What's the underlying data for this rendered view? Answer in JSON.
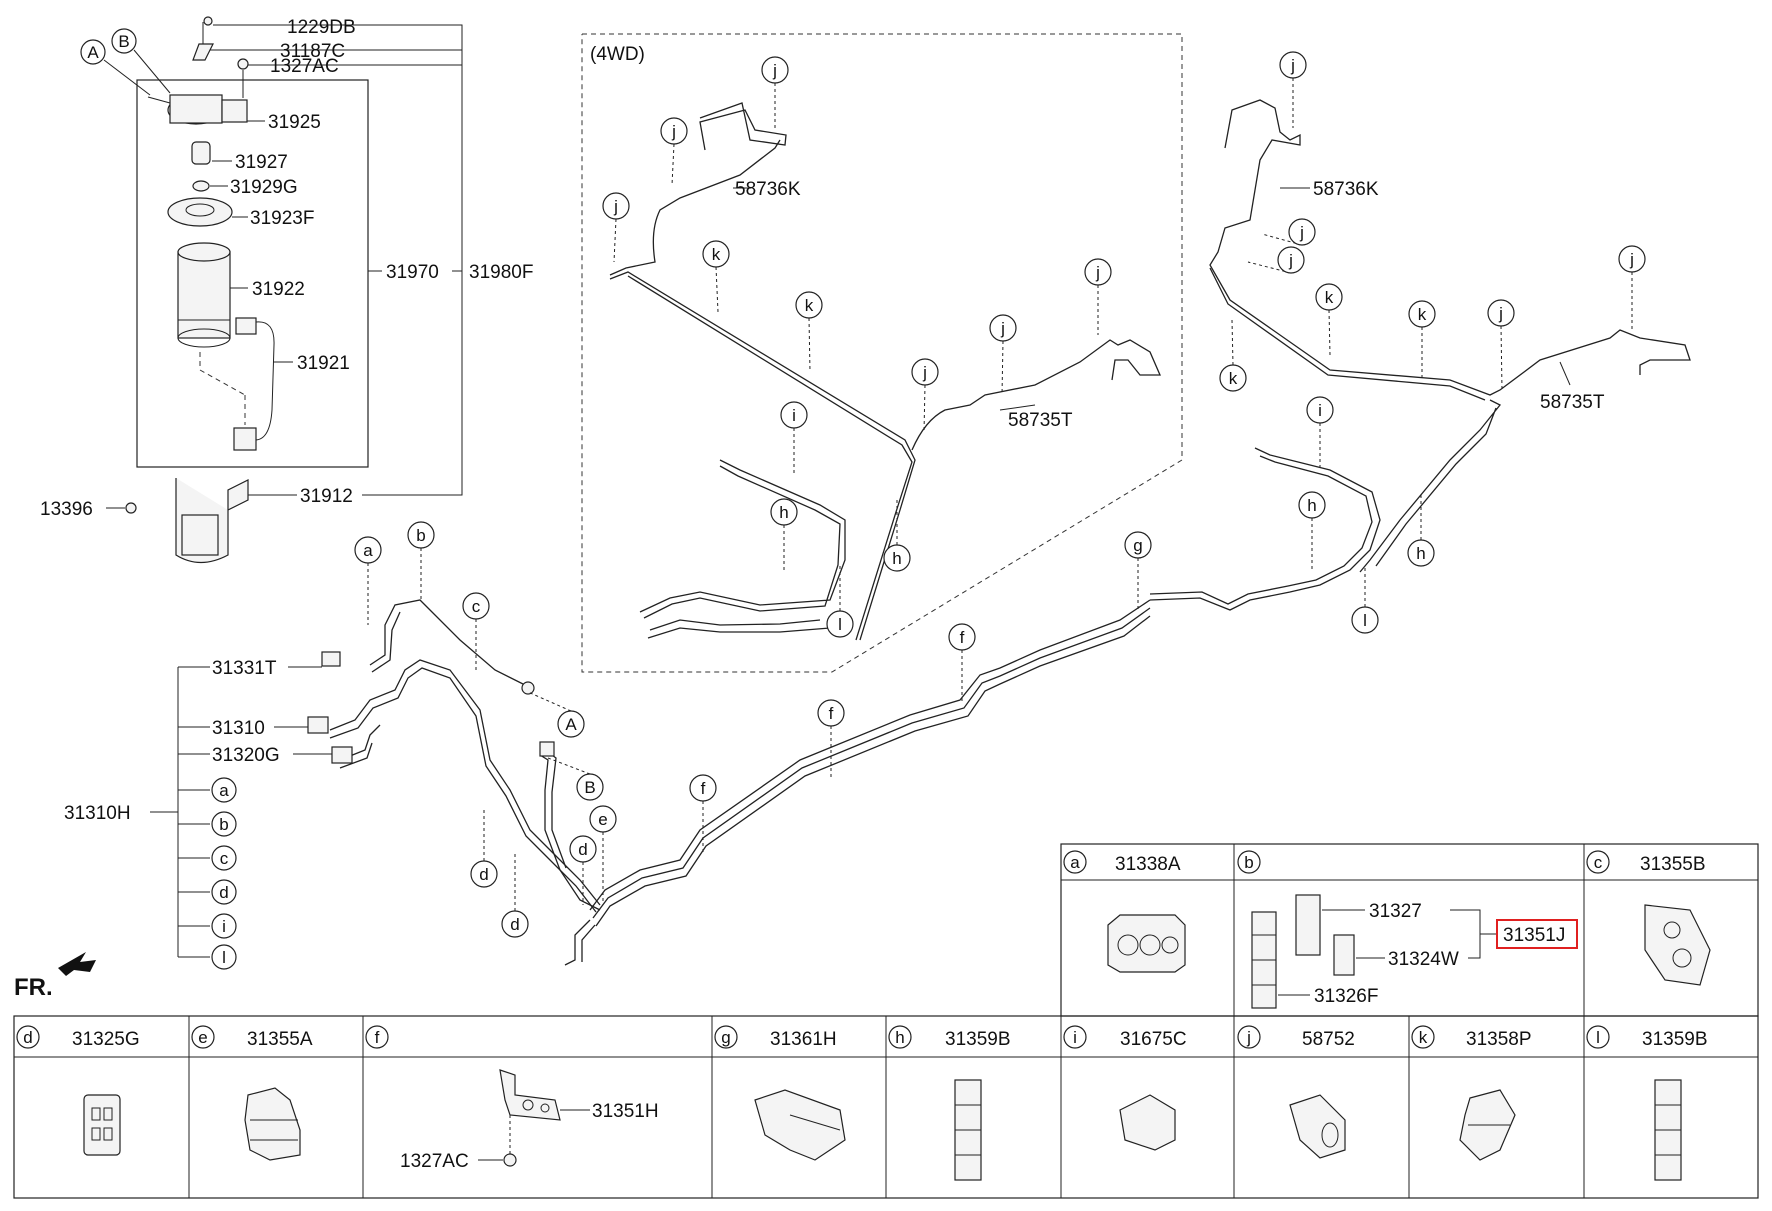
{
  "upper_labels": {
    "l1229DB": "1229DB",
    "l31187C": "31187C",
    "l1327AC_top": "1327AC",
    "l31925": "31925",
    "l31927": "31927",
    "l31929G": "31929G",
    "l31923F": "31923F",
    "l31922": "31922",
    "l31970": "31970",
    "l31980F": "31980F",
    "l31921": "31921",
    "l31912": "31912",
    "l13396": "13396",
    "circle_A": "A",
    "circle_B": "B"
  },
  "fourwd": {
    "title": "(4WD)",
    "l58736K": "58736K",
    "l58735T": "58735T"
  },
  "right_labels": {
    "l58736K": "58736K",
    "l58735T": "58735T"
  },
  "lower_left": {
    "l31331T": "31331T",
    "l31310": "31310",
    "l31320G": "31320G",
    "l31310H": "31310H",
    "list": [
      "a",
      "b",
      "c",
      "d",
      "i",
      "l"
    ],
    "fr": "FR."
  },
  "table_top": [
    {
      "letter": "a",
      "code": "31338A"
    },
    {
      "letter": "b",
      "code": ""
    },
    {
      "letter": "c",
      "code": "31355B"
    }
  ],
  "table_b": {
    "l31327": "31327",
    "l31324W": "31324W",
    "l31326F": "31326F",
    "l31351J": "31351J"
  },
  "table_bottom": [
    {
      "letter": "d",
      "code": "31325G"
    },
    {
      "letter": "e",
      "code": "31355A"
    },
    {
      "letter": "f",
      "code": ""
    },
    {
      "letter": "g",
      "code": "31361H"
    },
    {
      "letter": "h",
      "code": "31359B"
    },
    {
      "letter": "i",
      "code": "31675C"
    },
    {
      "letter": "j",
      "code": "58752"
    },
    {
      "letter": "k",
      "code": "31358P"
    },
    {
      "letter": "l",
      "code": "31359B"
    }
  ],
  "table_f": {
    "l31351H": "31351H",
    "l1327AC": "1327AC"
  },
  "callouts": {
    "a": "a",
    "b": "b",
    "c": "c",
    "d": "d",
    "e": "e",
    "f": "f",
    "g": "g",
    "h": "h",
    "i": "i",
    "j": "j",
    "k": "k",
    "l": "l",
    "A": "A",
    "B": "B"
  },
  "colors": {
    "line": "#222222",
    "highlight": "#e02020",
    "background": "#ffffff"
  }
}
